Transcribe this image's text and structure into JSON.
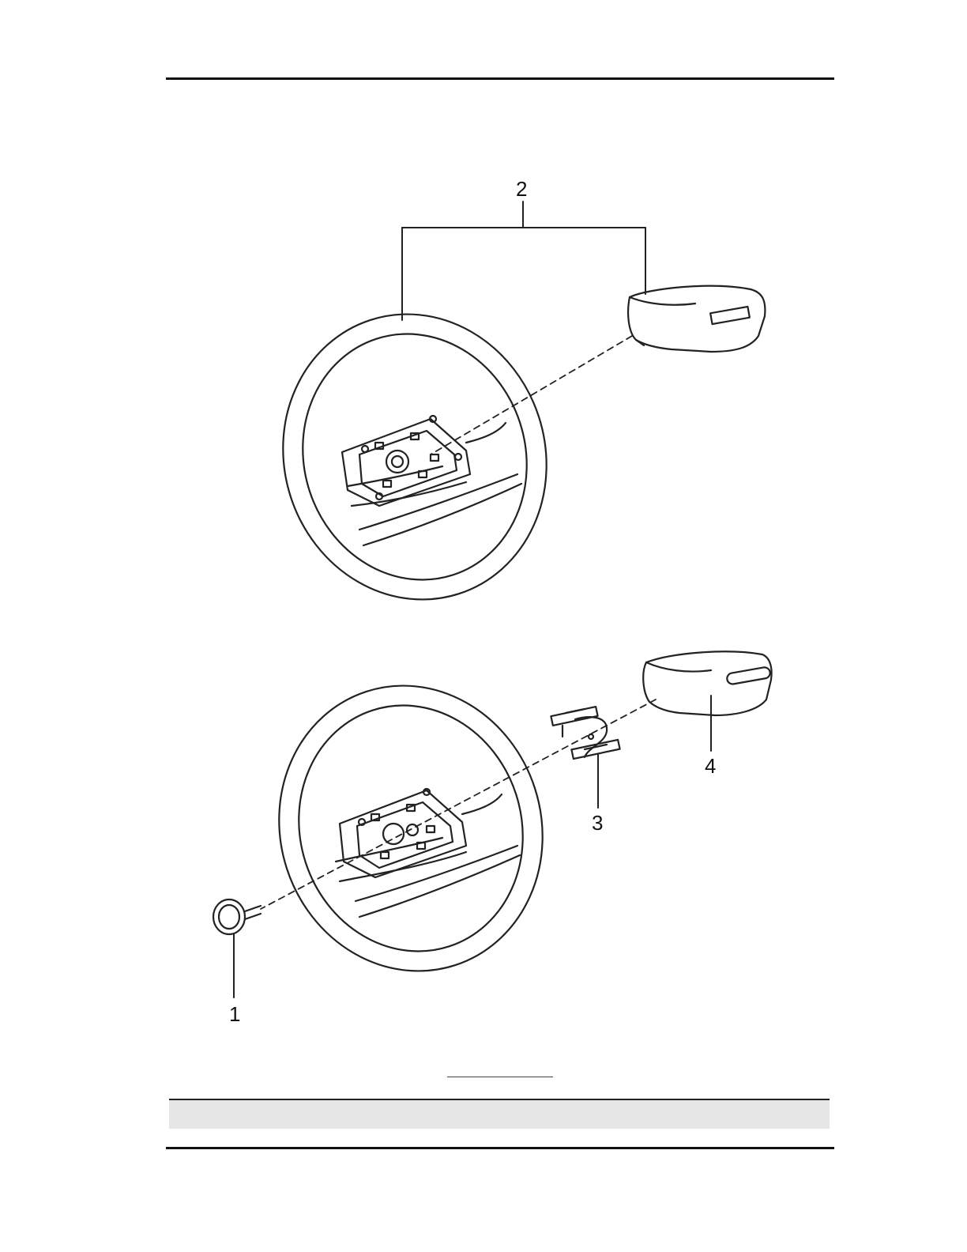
{
  "diagram": {
    "callouts": [
      {
        "id": "callout-2",
        "label": "2"
      },
      {
        "id": "callout-4",
        "label": "4"
      },
      {
        "id": "callout-3",
        "label": "3"
      },
      {
        "id": "callout-1",
        "label": "1"
      }
    ]
  },
  "table": {
    "header_color": "#e6e6e6"
  }
}
